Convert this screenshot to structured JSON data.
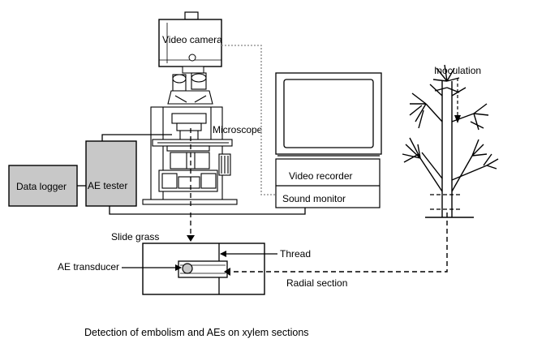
{
  "labels": {
    "video_camera": "Video camera",
    "microscope": "Microscope",
    "inoculation": "Inoculation",
    "data_logger": "Data logger",
    "ae_tester": "AE tester",
    "video_recorder": "Video recorder",
    "sound_monitor": "Sound monitor",
    "slide_grass": "Slide grass",
    "thread": "Thread",
    "ae_transducer": "AE transducer",
    "radial_section": "Radial  section"
  },
  "caption": "Detection of embolism and AEs on xylem sections",
  "colors": {
    "box_fill": "#c8c8c8",
    "line": "#000000",
    "dotted_line": "#9a9a9a"
  }
}
